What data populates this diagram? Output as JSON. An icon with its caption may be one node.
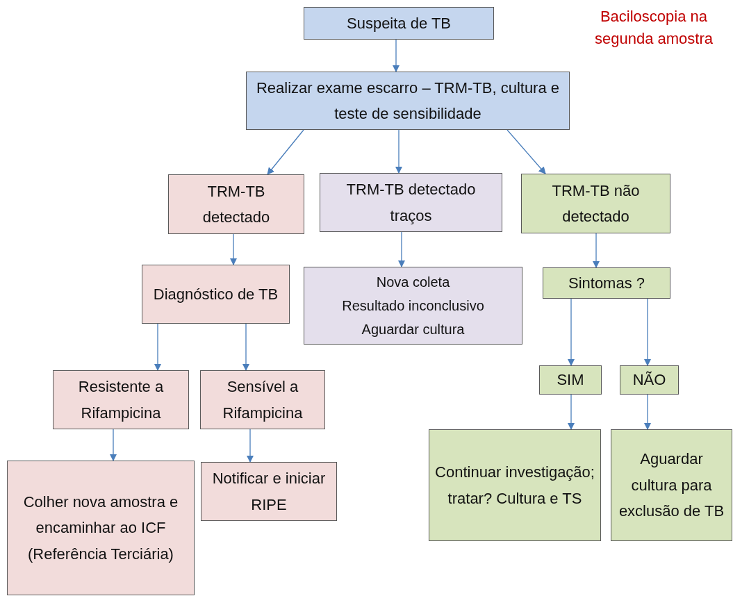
{
  "diagram": {
    "nodes": [
      {
        "text": [
          "Suspeita de TB"
        ]
      },
      {
        "text": [
          "Realizar exame escarro – TRM-TB, cultura e teste de sensibilidade"
        ]
      },
      {
        "text": [
          "TRM-TB detectado"
        ]
      },
      {
        "text": [
          "TRM-TB detectado traços"
        ]
      },
      {
        "text": [
          "TRM-TB não detectado"
        ]
      },
      {
        "text": [
          "Diagnóstico de TB"
        ]
      },
      {
        "text": [
          "Nova coleta",
          "Resultado inconclusivo",
          "Aguardar cultura"
        ]
      },
      {
        "text": [
          "Sintomas ?"
        ]
      },
      {
        "text": [
          "Resistente a Rifampicina"
        ]
      },
      {
        "text": [
          "Sensível a Rifampicina"
        ]
      },
      {
        "text": [
          "SIM"
        ]
      },
      {
        "text": [
          "NÃO"
        ]
      },
      {
        "text": [
          "Colher nova amostra e encaminhar ao ICF (Referência Terciária)"
        ]
      },
      {
        "text": [
          "Notificar e iniciar RIPE"
        ]
      },
      {
        "text": [
          "Continuar investigação; tratar? Cultura e TS"
        ]
      },
      {
        "text": [
          "Aguardar cultura para exclusão de TB"
        ]
      }
    ],
    "edges": [
      {
        "from": 0,
        "to": 1,
        "arrow": "to"
      },
      {
        "from": 1,
        "to": 2,
        "arrow": "to"
      },
      {
        "from": 1,
        "to": 3,
        "arrow": "to"
      },
      {
        "from": 1,
        "to": 4,
        "arrow": "to"
      },
      {
        "from": 2,
        "to": 5,
        "arrow": "to"
      },
      {
        "from": 3,
        "to": 6,
        "arrow": "to"
      },
      {
        "from": 4,
        "to": 7,
        "arrow": "to"
      },
      {
        "from": 5,
        "to": 8,
        "arrow": "to"
      },
      {
        "from": 5,
        "to": 9,
        "arrow": "to"
      },
      {
        "from": 7,
        "to": 10,
        "arrow": "to"
      },
      {
        "from": 7,
        "to": 11,
        "arrow": "to"
      },
      {
        "from": 8,
        "to": 12,
        "arrow": "to"
      },
      {
        "from": 9,
        "to": 13,
        "arrow": "to"
      },
      {
        "from": 10,
        "to": 14,
        "arrow": "to"
      },
      {
        "from": 11,
        "to": 15,
        "arrow": "to"
      }
    ],
    "labels": [
      "Baciloscopia na segunda amostra"
    ]
  }
}
